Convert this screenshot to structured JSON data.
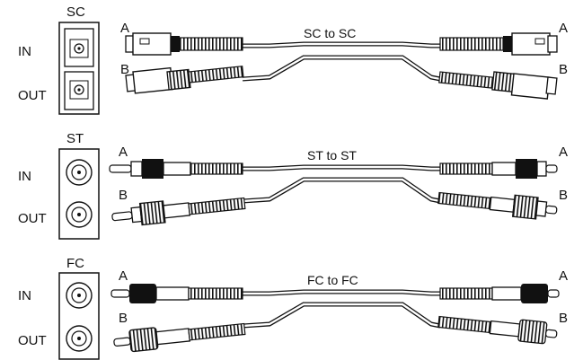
{
  "sections": [
    {
      "connector": "SC",
      "title": "SC to SC",
      "in_label": "IN",
      "out_label": "OUT",
      "end_a": "A",
      "end_b": "B",
      "left_a": "A",
      "left_b": "B",
      "right_a": "A",
      "right_b": "B"
    },
    {
      "connector": "ST",
      "title": "ST to ST",
      "in_label": "IN",
      "out_label": "OUT",
      "left_a": "A",
      "left_b": "B",
      "right_a": "A",
      "right_b": "B"
    },
    {
      "connector": "FC",
      "title": "FC to FC",
      "in_label": "IN",
      "out_label": "OUT",
      "left_a": "A",
      "left_b": "B",
      "right_a": "A",
      "right_b": "B"
    }
  ],
  "colors": {
    "line": "#111111",
    "fill": "#ffffff",
    "dark": "#111111"
  }
}
